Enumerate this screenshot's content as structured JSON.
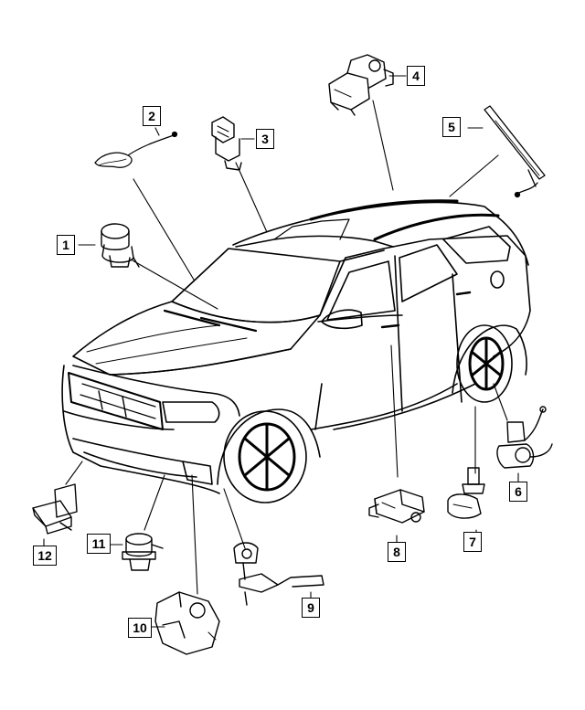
{
  "callouts": [
    "1",
    "2",
    "3",
    "4",
    "5",
    "6",
    "7",
    "8",
    "9",
    "10",
    "11",
    "12"
  ],
  "parts": [
    {
      "callout": "1",
      "icon": "sensor-plug-icon"
    },
    {
      "callout": "2",
      "icon": "wire-sensor-icon"
    },
    {
      "callout": "3",
      "icon": "switch-sensor-icon"
    },
    {
      "callout": "4",
      "icon": "pressure-sensor-icon"
    },
    {
      "callout": "5",
      "icon": "rain-sensor-bar-icon"
    },
    {
      "callout": "6",
      "icon": "height-sensor-icon"
    },
    {
      "callout": "7",
      "icon": "tpms-valve-icon"
    },
    {
      "callout": "8",
      "icon": "impact-sensor-icon"
    },
    {
      "callout": "9",
      "icon": "level-sensor-linkage-icon"
    },
    {
      "callout": "10",
      "icon": "bumper-sensor-icon"
    },
    {
      "callout": "11",
      "icon": "round-sensor-icon"
    },
    {
      "callout": "12",
      "icon": "bracket-sensor-icon"
    }
  ]
}
